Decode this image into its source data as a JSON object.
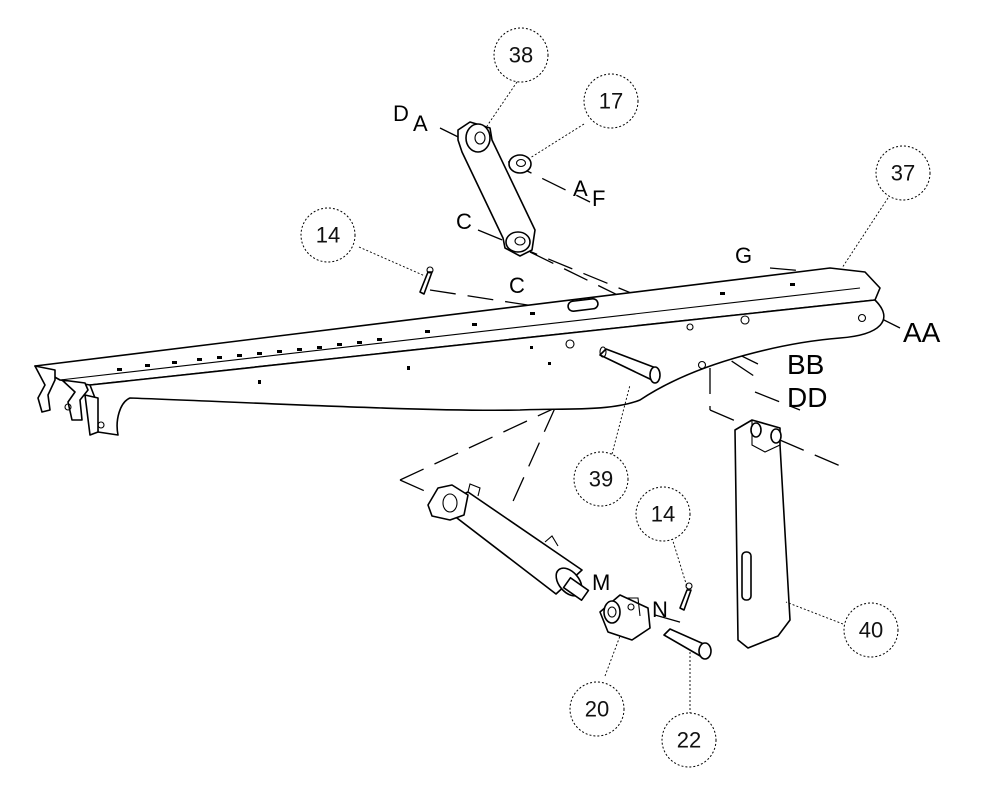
{
  "callouts": {
    "c38": "38",
    "c17": "17",
    "c37": "37",
    "c14a": "14",
    "c39": "39",
    "c14b": "14",
    "c40": "40",
    "c20": "20",
    "c22": "22"
  },
  "letters": {
    "DA_D": "D",
    "DA_A": "A",
    "AF_A": "A",
    "AF_F": "F",
    "C1": "C",
    "C2": "C",
    "G": "G",
    "AA": "AA",
    "BB": "BB",
    "DD": "DD",
    "M": "M",
    "N": "N"
  }
}
